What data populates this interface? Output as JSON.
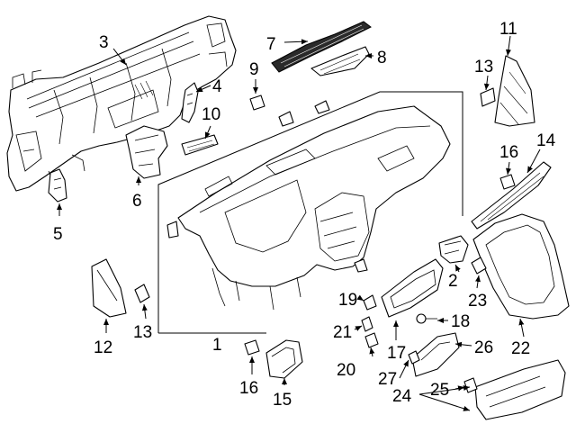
{
  "callouts": [
    {
      "id": "1",
      "label": "1"
    },
    {
      "id": "2",
      "label": "2"
    },
    {
      "id": "3",
      "label": "3"
    },
    {
      "id": "4",
      "label": "4"
    },
    {
      "id": "5",
      "label": "5"
    },
    {
      "id": "6",
      "label": "6"
    },
    {
      "id": "7",
      "label": "7"
    },
    {
      "id": "8",
      "label": "8"
    },
    {
      "id": "9",
      "label": "9"
    },
    {
      "id": "10",
      "label": "10"
    },
    {
      "id": "11",
      "label": "11"
    },
    {
      "id": "12",
      "label": "12"
    },
    {
      "id": "13a",
      "label": "13"
    },
    {
      "id": "13b",
      "label": "13"
    },
    {
      "id": "14",
      "label": "14"
    },
    {
      "id": "15",
      "label": "15"
    },
    {
      "id": "16a",
      "label": "16"
    },
    {
      "id": "16b",
      "label": "16"
    },
    {
      "id": "17",
      "label": "17"
    },
    {
      "id": "18",
      "label": "18"
    },
    {
      "id": "19",
      "label": "19"
    },
    {
      "id": "20",
      "label": "20"
    },
    {
      "id": "21",
      "label": "21"
    },
    {
      "id": "22",
      "label": "22"
    },
    {
      "id": "23",
      "label": "23"
    },
    {
      "id": "24",
      "label": "24"
    },
    {
      "id": "25",
      "label": "25"
    },
    {
      "id": "26",
      "label": "26"
    },
    {
      "id": "27",
      "label": "27"
    }
  ]
}
